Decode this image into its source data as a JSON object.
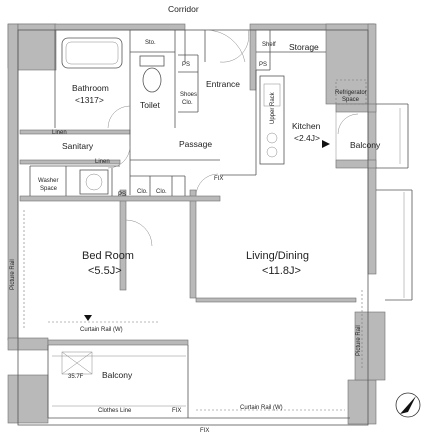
{
  "labels": {
    "corridor": "Corridor",
    "sto": "Sto.",
    "ps": "PS",
    "shelf": "Shelf",
    "storage": "Storage",
    "bathroom": "Bathroom",
    "bathroom_size": "<1317>",
    "toilet": "Toilet",
    "shoes": "Shoes",
    "clo_dot": "Clo.",
    "entrance": "Entrance",
    "upper_rack": "Upper Rack",
    "refrigerator": "Refrigerator",
    "refrigerator_space": "Space",
    "kitchen": "Kitchen",
    "kitchen_size": "<2.4J>",
    "balcony": "Balcony",
    "linen": "Linen",
    "sanitary": "Sanitary",
    "passage": "Passage",
    "washer": "Washer",
    "washer_space": "Space",
    "clo": "Clo.",
    "bed_room": "Bed Room",
    "bed_room_size": "<5.5J>",
    "living_dining": "Living/Dining",
    "living_dining_size": "<11.8J>",
    "picture_rail": "Picture Rail",
    "curtain_rail": "Curtain Rail (W)",
    "fix": "FIX",
    "clothes_line": "Clothes Line",
    "hatch": "35.7F"
  }
}
